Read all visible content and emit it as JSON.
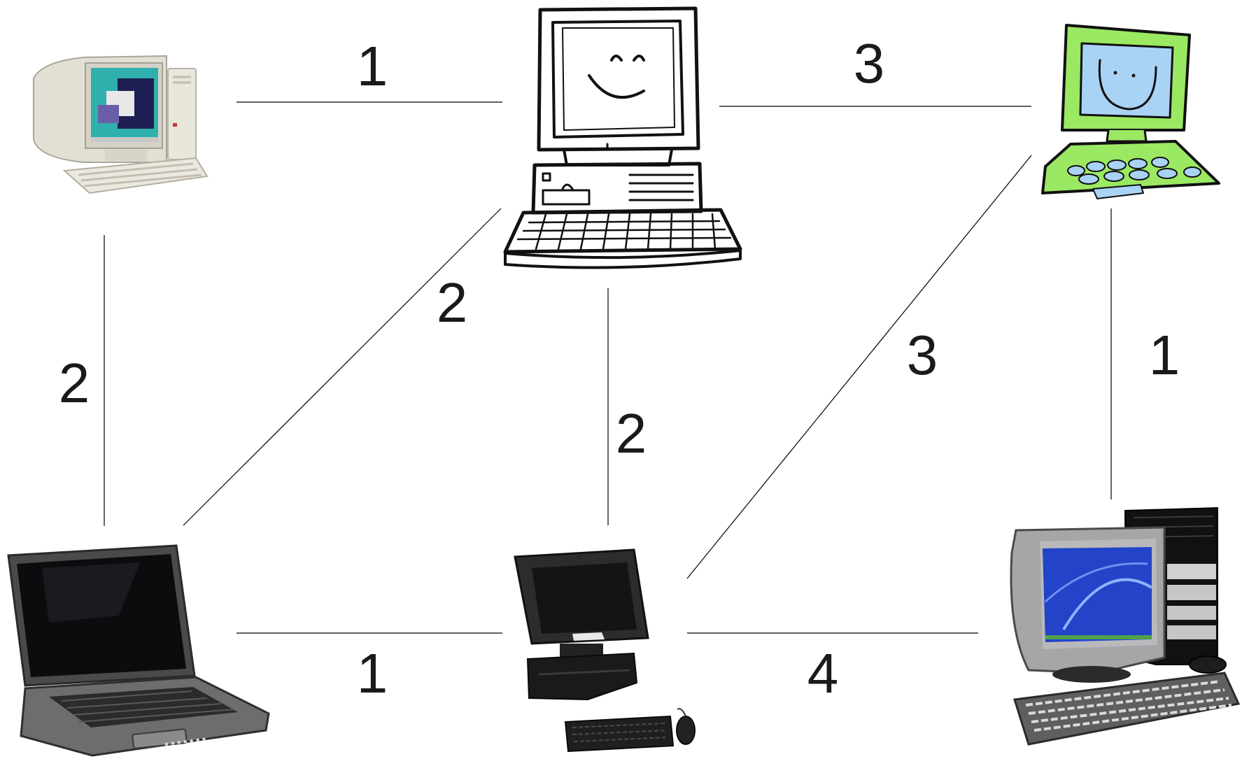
{
  "colors": {
    "line": "#000000",
    "label": "#1a1a1a",
    "green_monitor": "#9be863",
    "screen_blue": "#a9d3f5",
    "cyan_desktop": "#2fb0ad",
    "compaq_screen": "#2343c8",
    "dark_body": "#2c2c2c"
  },
  "nodes": [
    {
      "id": "crt-pc-top-left",
      "icon": "beige-crt-desktop-computer-icon"
    },
    {
      "id": "cartoon-pc-top-center",
      "icon": "smiling-cartoon-computer-icon"
    },
    {
      "id": "cartoon-pc-top-right",
      "icon": "green-cartoon-computer-icon"
    },
    {
      "id": "laptop-bottom-left",
      "icon": "dell-laptop-icon"
    },
    {
      "id": "flat-terminal-bottom-center",
      "icon": "flat-screen-terminal-icon"
    },
    {
      "id": "compaq-pc-bottom-right",
      "icon": "compaq-desktop-tower-icon"
    }
  ],
  "edges": [
    {
      "from": "crt-pc-top-left",
      "to": "cartoon-pc-top-center",
      "weight": "1"
    },
    {
      "from": "cartoon-pc-top-center",
      "to": "cartoon-pc-top-right",
      "weight": "3"
    },
    {
      "from": "crt-pc-top-left",
      "to": "laptop-bottom-left",
      "weight": "2"
    },
    {
      "from": "cartoon-pc-top-center",
      "to": "laptop-bottom-left",
      "weight": "2"
    },
    {
      "from": "cartoon-pc-top-center",
      "to": "flat-terminal-bottom-center",
      "weight": "2"
    },
    {
      "from": "cartoon-pc-top-right",
      "to": "flat-terminal-bottom-center",
      "weight": "3"
    },
    {
      "from": "cartoon-pc-top-right",
      "to": "compaq-pc-bottom-right",
      "weight": "1"
    },
    {
      "from": "laptop-bottom-left",
      "to": "flat-terminal-bottom-center",
      "weight": "1"
    },
    {
      "from": "flat-terminal-bottom-center",
      "to": "compaq-pc-bottom-right",
      "weight": "4"
    }
  ]
}
